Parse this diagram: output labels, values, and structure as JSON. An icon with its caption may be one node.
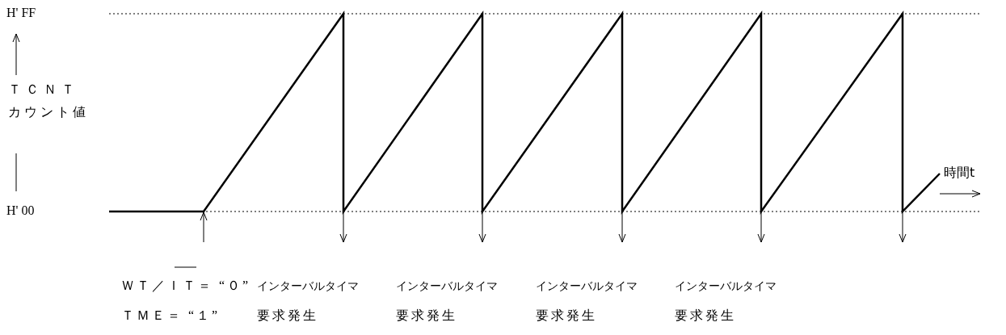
{
  "diagram": {
    "labels": [
      "H' FF",
      "ＴＣＮＴ",
      "カウント値",
      "H' 00",
      "時間t",
      "ＷＴ／ＩＴ＝ “０”",
      "インターバルタイマ",
      "インターバルタイマ",
      "インターバルタイマ",
      "インターバルタイマ",
      "ＴＭＥ＝ “１”",
      "要求発生",
      "要求発生",
      "要求発生",
      "要求発生"
    ]
  }
}
